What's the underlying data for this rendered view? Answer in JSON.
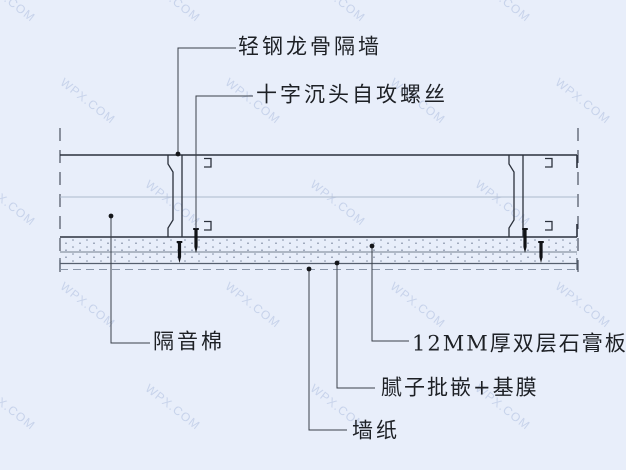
{
  "watermark": {
    "text": "WPX.COM"
  },
  "drawing": {
    "kind": "wall-section-detail"
  },
  "callouts": {
    "steel_keel": {
      "label": "轻钢龙骨隔墙"
    },
    "screw": {
      "label": "十字沉头自攻螺丝"
    },
    "insulation": {
      "label": "隔音棉"
    },
    "gypsum": {
      "label": "12MM厚双层石膏板"
    },
    "putty": {
      "label": "腻子批嵌+基膜"
    },
    "wallpaper": {
      "label": "墙纸"
    }
  },
  "colors": {
    "background": "#e8eefa",
    "line_dark": "#2b313c",
    "line_light": "#adb9cc",
    "layer_line": "#73808f",
    "text": "#1d2025",
    "watermark": "#94a8d2",
    "screw": "#101216"
  }
}
